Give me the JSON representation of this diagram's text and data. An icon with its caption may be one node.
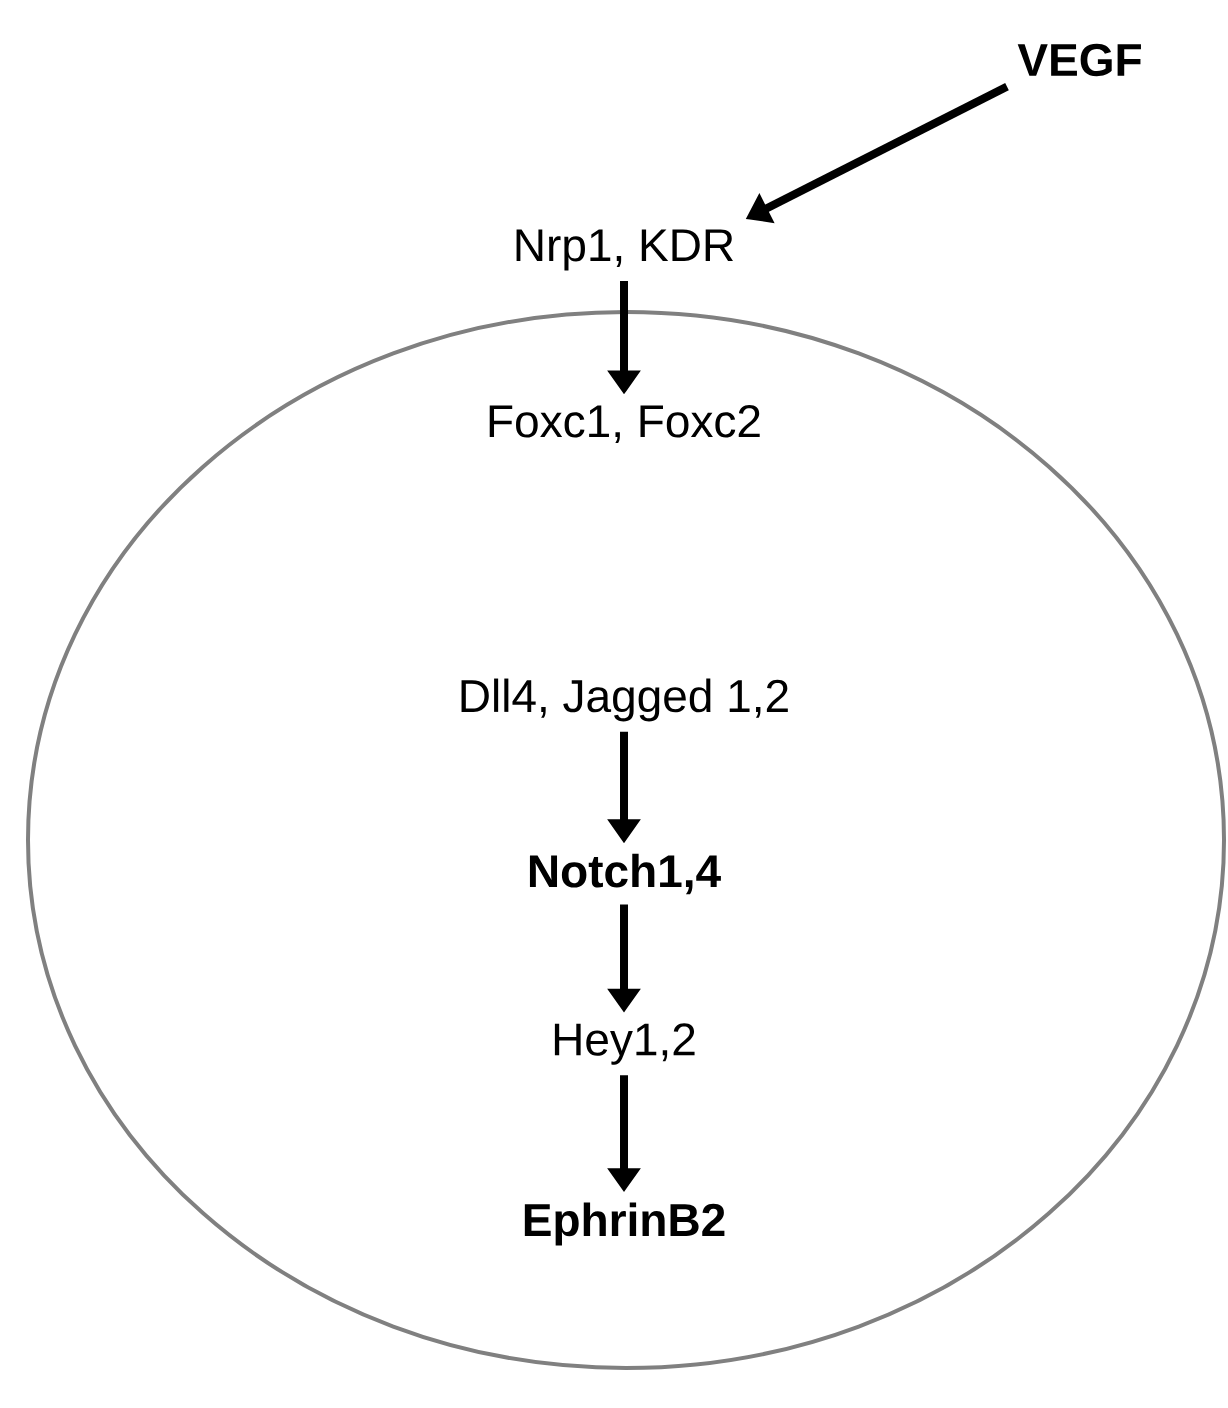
{
  "diagram": {
    "nodes": [
      {
        "text": [],
        "shape": "circle"
      },
      {
        "text": [
          "VEGF"
        ]
      },
      {
        "text": [
          "Nrp1, KDR"
        ]
      },
      {
        "text": [
          "Foxc1, Foxc2"
        ],
        "in": 0
      },
      {
        "text": [
          "Dll4, Jagged 1,2"
        ],
        "in": 0
      },
      {
        "text": [
          "Notch1,4"
        ],
        "in": 0
      },
      {
        "text": [
          "Hey1,2"
        ],
        "in": 0
      },
      {
        "text": [
          "EphrinB2"
        ],
        "in": 0
      }
    ],
    "edges": [
      {
        "from": 1,
        "to": 2,
        "arrow": "to"
      },
      {
        "from": 2,
        "to": 3,
        "arrow": "to"
      },
      {
        "from": 4,
        "to": 5,
        "arrow": "to"
      },
      {
        "from": 5,
        "to": 6,
        "arrow": "to"
      },
      {
        "from": 6,
        "to": 7,
        "arrow": "to"
      }
    ]
  }
}
